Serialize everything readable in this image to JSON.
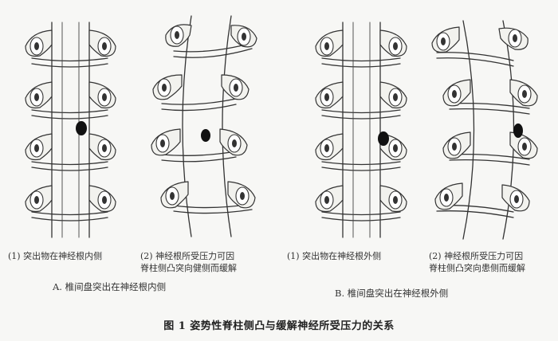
{
  "panels": [
    {
      "id": "A1",
      "caption_lines": [
        "(1) 突出物在神经根内侧"
      ]
    },
    {
      "id": "A2",
      "caption_lines": [
        "(2) 神经根所受压力可因",
        "脊柱侧凸突向健侧而缓解"
      ]
    },
    {
      "id": "B1",
      "caption_lines": [
        "(1) 突出物在神经根外侧"
      ]
    },
    {
      "id": "B2",
      "caption_lines": [
        "(2) 神经根所受压力可因",
        "脊柱侧凸突向患侧而缓解"
      ]
    }
  ],
  "groups": [
    {
      "id": "A",
      "caption": "A. 椎间盘突出在神经根内侧"
    },
    {
      "id": "B",
      "caption": "B. 椎间盘突出在神经根外侧"
    }
  ],
  "figure_caption": "图 1    姿势性脊柱侧凸与缓解神经所受压力的关系"
}
